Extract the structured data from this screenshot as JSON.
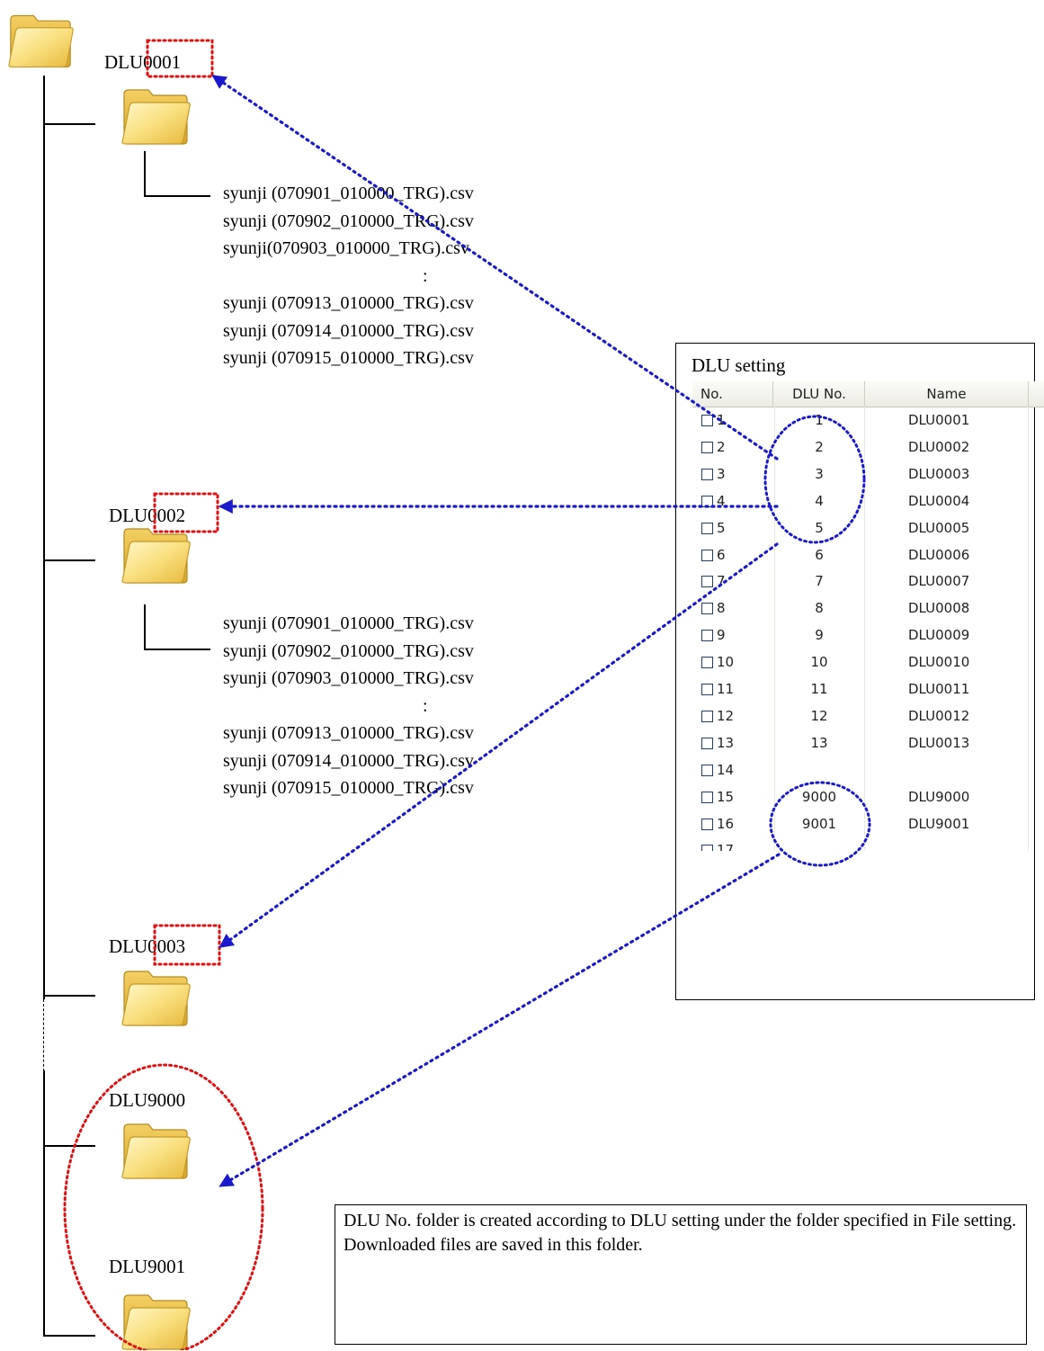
{
  "tree": {
    "folders": [
      {
        "label": "DLU0001"
      },
      {
        "label": "DLU0002"
      },
      {
        "label": "DLU0003"
      },
      {
        "label": "DLU9000"
      },
      {
        "label": "DLU9001"
      }
    ],
    "files_group_1": [
      "syunji (070901_010000_TRG).csv",
      "syunji (070902_010000_TRG).csv",
      "syunji(070903_010000_TRG).csv",
      ":",
      "syunji (070913_010000_TRG).csv",
      "syunji (070914_010000_TRG).csv",
      "syunji (070915_010000_TRG).csv"
    ],
    "files_group_2": [
      "syunji (070901_010000_TRG).csv",
      "syunji (070902_010000_TRG).csv",
      "syunji (070903_010000_TRG).csv",
      ":",
      "syunji (070913_010000_TRG).csv",
      "syunji (070914_010000_TRG).csv",
      "syunji (070915_010000_TRG).csv"
    ]
  },
  "dlu_setting": {
    "title": "DLU setting",
    "columns": [
      "No.",
      "DLU No.",
      "Name"
    ],
    "rows": [
      {
        "no": "1",
        "dlu_no": "1",
        "name": "DLU0001"
      },
      {
        "no": "2",
        "dlu_no": "2",
        "name": "DLU0002"
      },
      {
        "no": "3",
        "dlu_no": "3",
        "name": "DLU0003"
      },
      {
        "no": "4",
        "dlu_no": "4",
        "name": "DLU0004"
      },
      {
        "no": "5",
        "dlu_no": "5",
        "name": "DLU0005"
      },
      {
        "no": "6",
        "dlu_no": "6",
        "name": "DLU0006"
      },
      {
        "no": "7",
        "dlu_no": "7",
        "name": "DLU0007"
      },
      {
        "no": "8",
        "dlu_no": "8",
        "name": "DLU0008"
      },
      {
        "no": "9",
        "dlu_no": "9",
        "name": "DLU0009"
      },
      {
        "no": "10",
        "dlu_no": "10",
        "name": "DLU0010"
      },
      {
        "no": "11",
        "dlu_no": "11",
        "name": "DLU0011"
      },
      {
        "no": "12",
        "dlu_no": "12",
        "name": "DLU0012"
      },
      {
        "no": "13",
        "dlu_no": "13",
        "name": "DLU0013"
      },
      {
        "no": "14",
        "dlu_no": "",
        "name": ""
      },
      {
        "no": "15",
        "dlu_no": "9000",
        "name": "DLU9000"
      },
      {
        "no": "16",
        "dlu_no": "9001",
        "name": "DLU9001"
      },
      {
        "no": "17",
        "dlu_no": "",
        "name": ""
      }
    ]
  },
  "note": {
    "line1": "DLU No. folder is created according to DLU setting under the folder specified in File setting.",
    "line2": "Downloaded files are saved in this folder."
  },
  "colors": {
    "arrow_blue": "#1a1acc",
    "highlight_red": "#e01010",
    "folder_yellow": "#f5d56a"
  }
}
